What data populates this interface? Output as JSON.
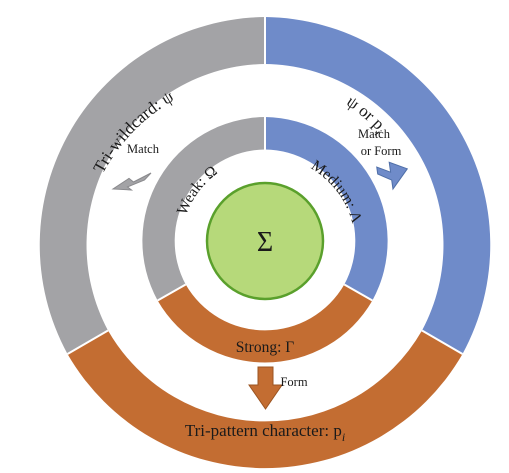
{
  "diagram": {
    "center": {
      "symbol": "Σ",
      "fill": "#b6d97a",
      "stroke": "#5aa02c"
    },
    "inner_ring": {
      "weak": {
        "label": "Weak: Ω",
        "color": "#a3a3a6"
      },
      "medium": {
        "label": "Medium: Λ",
        "color": "#6f8bc9"
      },
      "strong": {
        "label": "Strong: Γ",
        "color": "#c36d32"
      }
    },
    "outer_ring": {
      "wildcard": {
        "label": "Tri-wildcard: ψ",
        "color": "#a3a3a6"
      },
      "psi_or_p": {
        "label_main": "ψ or p",
        "label_sub": "i",
        "color": "#6f8bc9"
      },
      "pattern": {
        "label_main": "Tri-pattern character: p",
        "label_sub": "i",
        "color": "#c36d32"
      }
    },
    "arrows": {
      "match": {
        "label": "Match"
      },
      "match_or_form": {
        "line1": "Match",
        "line2": "or Form"
      },
      "form": {
        "label": "Form"
      }
    }
  }
}
